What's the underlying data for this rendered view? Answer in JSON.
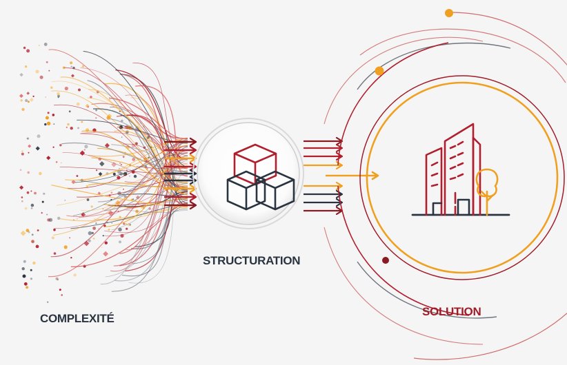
{
  "labels": {
    "complexite": "COMPLEXITÉ",
    "structuration": "STRUCTURATION",
    "solution": "SOLUTION"
  },
  "icons": {
    "structure": "stacked-cubes-icon",
    "solution": "city-buildings-with-tree-icon"
  },
  "colors": {
    "red": "#b01f2e",
    "dark_red": "#8a1a22",
    "orange": "#f0a020",
    "dark": "#2a3440",
    "grey": "#8a8f98"
  }
}
